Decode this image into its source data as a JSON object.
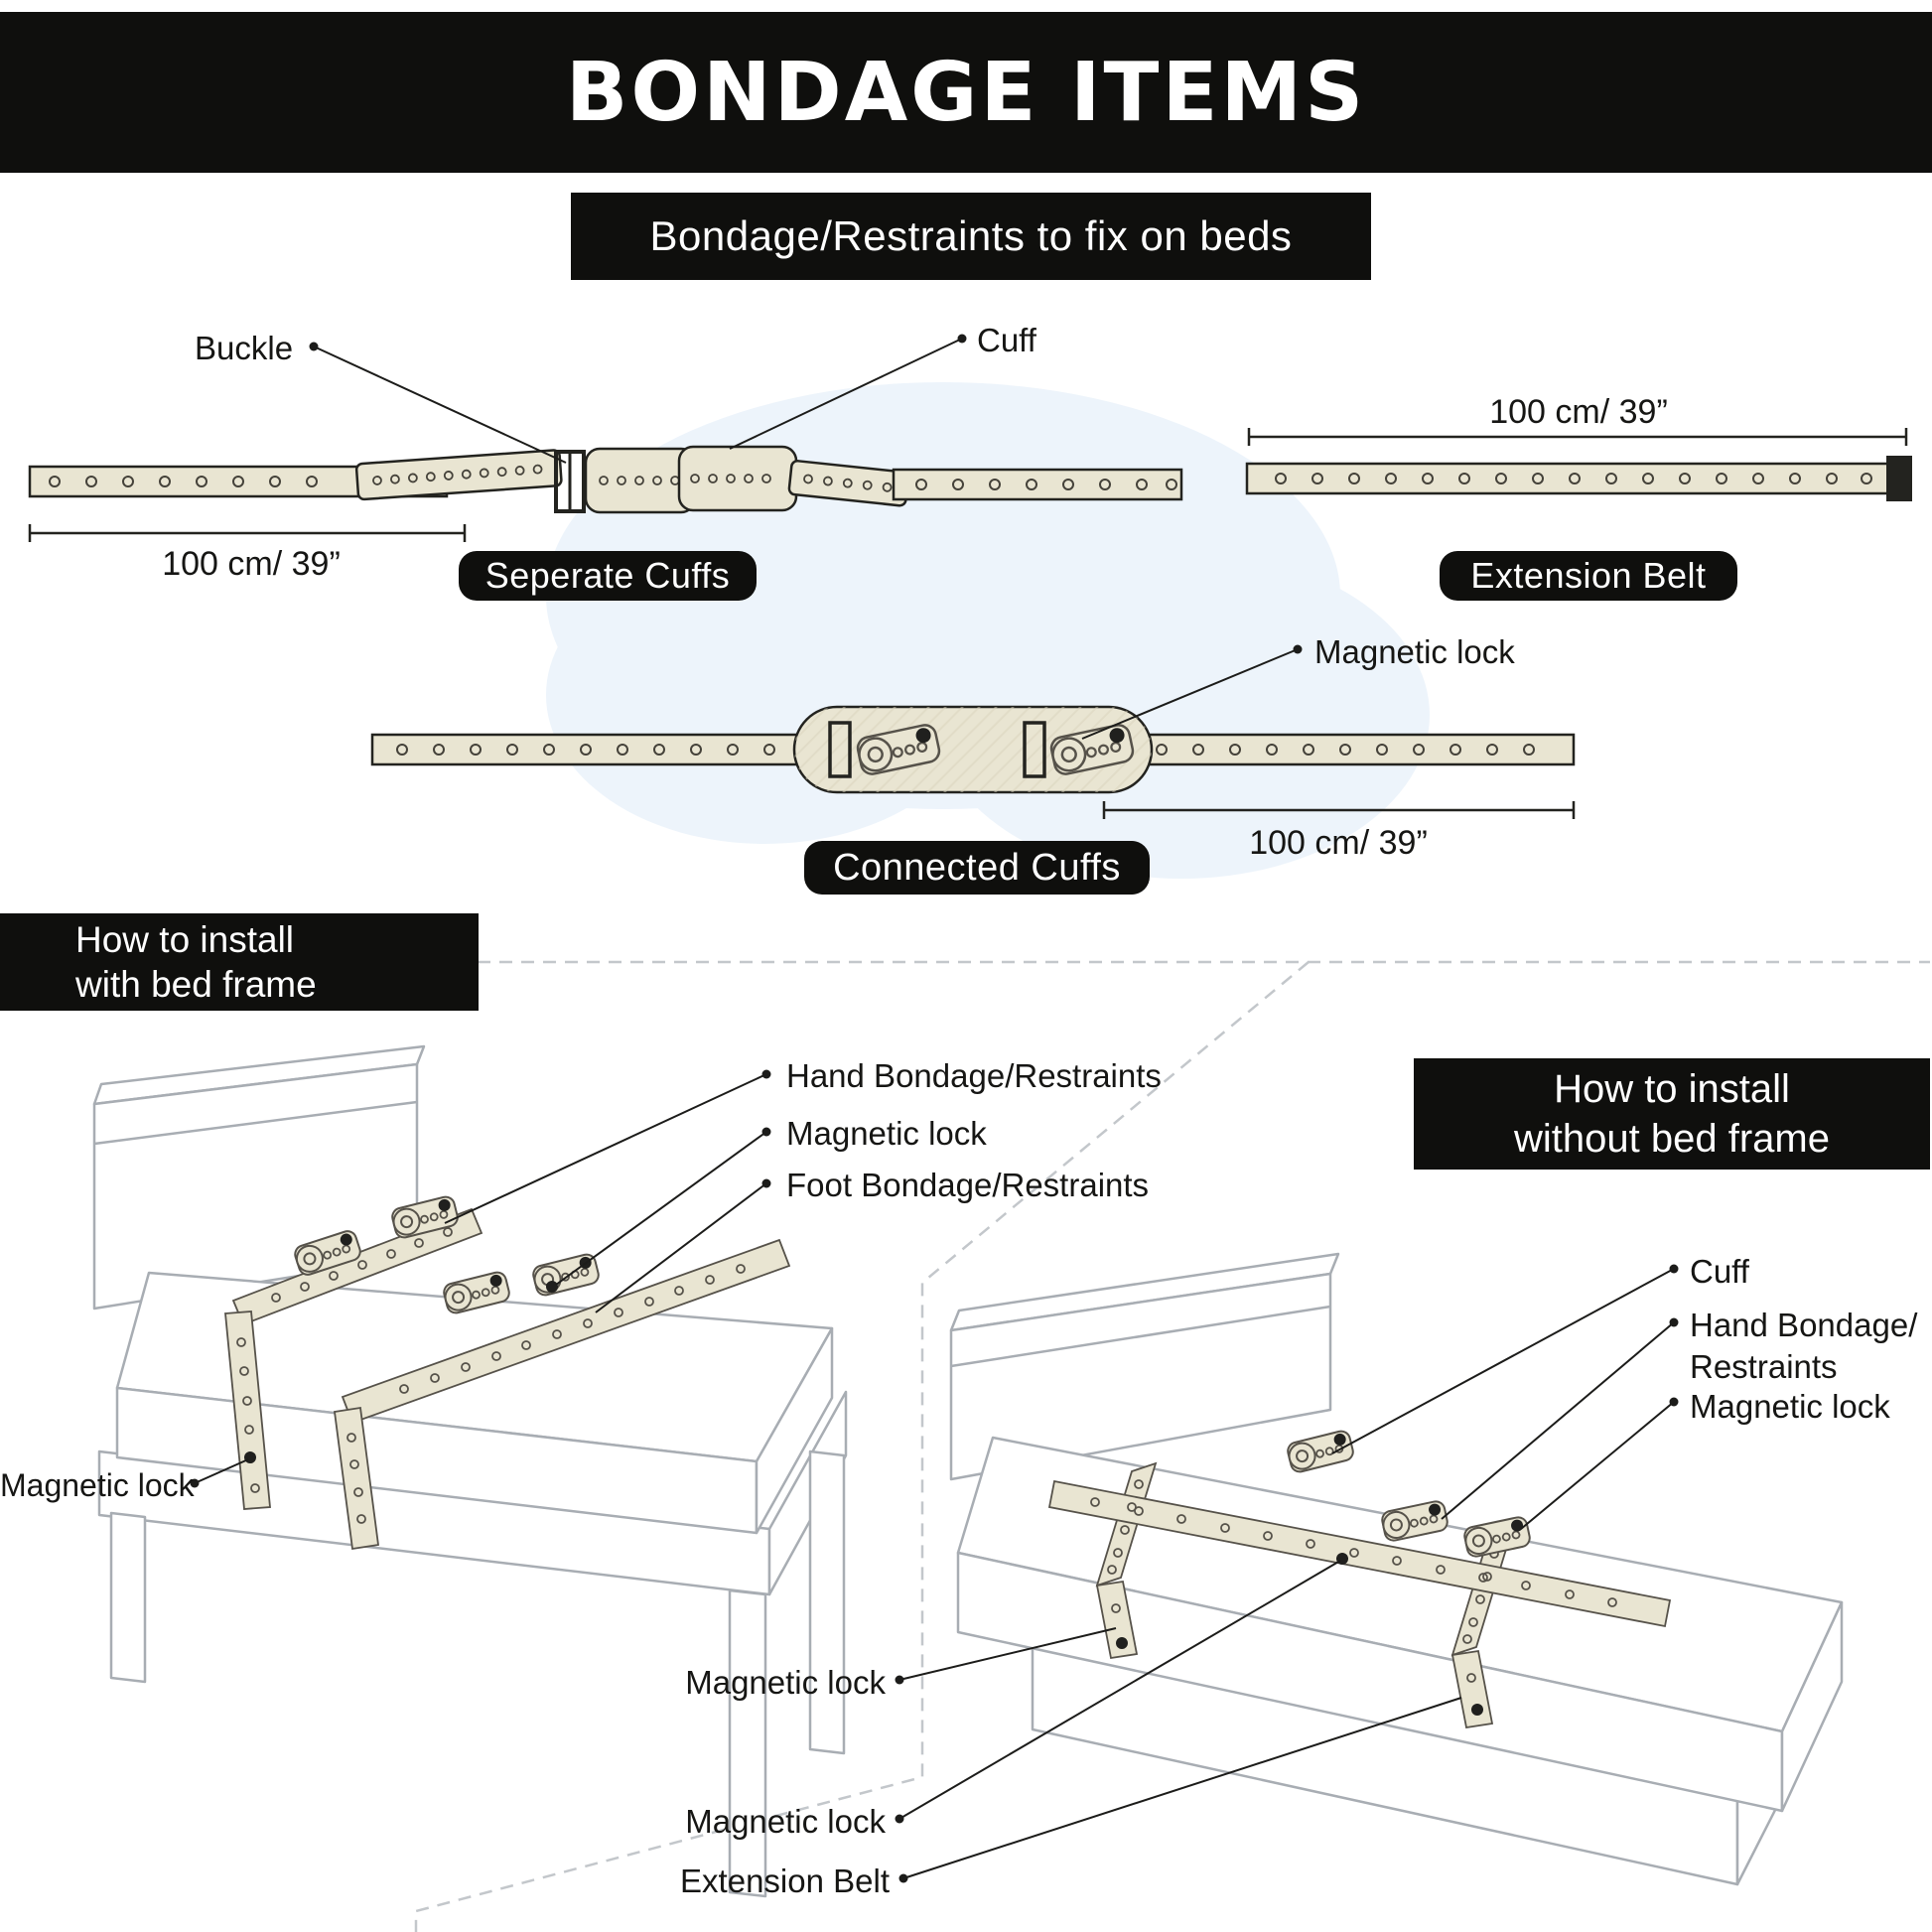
{
  "header": {
    "title": "BONDAGE ITEMS"
  },
  "banner": {
    "text": "Bondage/Restraints to fix on beds"
  },
  "separate_cuffs": {
    "buckle_label": "Buckle",
    "cuff_label": "Cuff",
    "dimension": "100 cm/ 39”",
    "pill": "Seperate Cuffs"
  },
  "extension_belt": {
    "dimension": "100 cm/ 39”",
    "pill": "Extension Belt"
  },
  "connected_cuffs": {
    "magnetic_lock": "Magnetic lock",
    "dimension": "100 cm/ 39”",
    "pill": "Connected Cuffs"
  },
  "with_frame": {
    "title_line1": "How to install",
    "title_line2": "with bed frame",
    "hand_label": "Hand Bondage/Restraints",
    "magnetic_label": "Magnetic lock",
    "foot_label": "Foot Bondage/Restraints",
    "magnetic_left_label": "Magnetic lock"
  },
  "without_frame": {
    "title_line1": "How to install",
    "title_line2": "without  bed frame",
    "cuff_label": "Cuff",
    "hand_label_line1": "Hand Bondage/",
    "hand_label_line2": "Restraints",
    "magnetic_right_label": "Magnetic lock",
    "magnetic_left1_label": "Magnetic lock",
    "magnetic_left2_label": "Magnetic lock",
    "extension_label": "Extension Belt"
  },
  "colors": {
    "accent_black": "#0f0f0d",
    "belt": "#e9e5d2",
    "belt_outline": "#23231f",
    "bed_line_gray": "#a8adb3",
    "blob_blue": "#edf4fb"
  }
}
